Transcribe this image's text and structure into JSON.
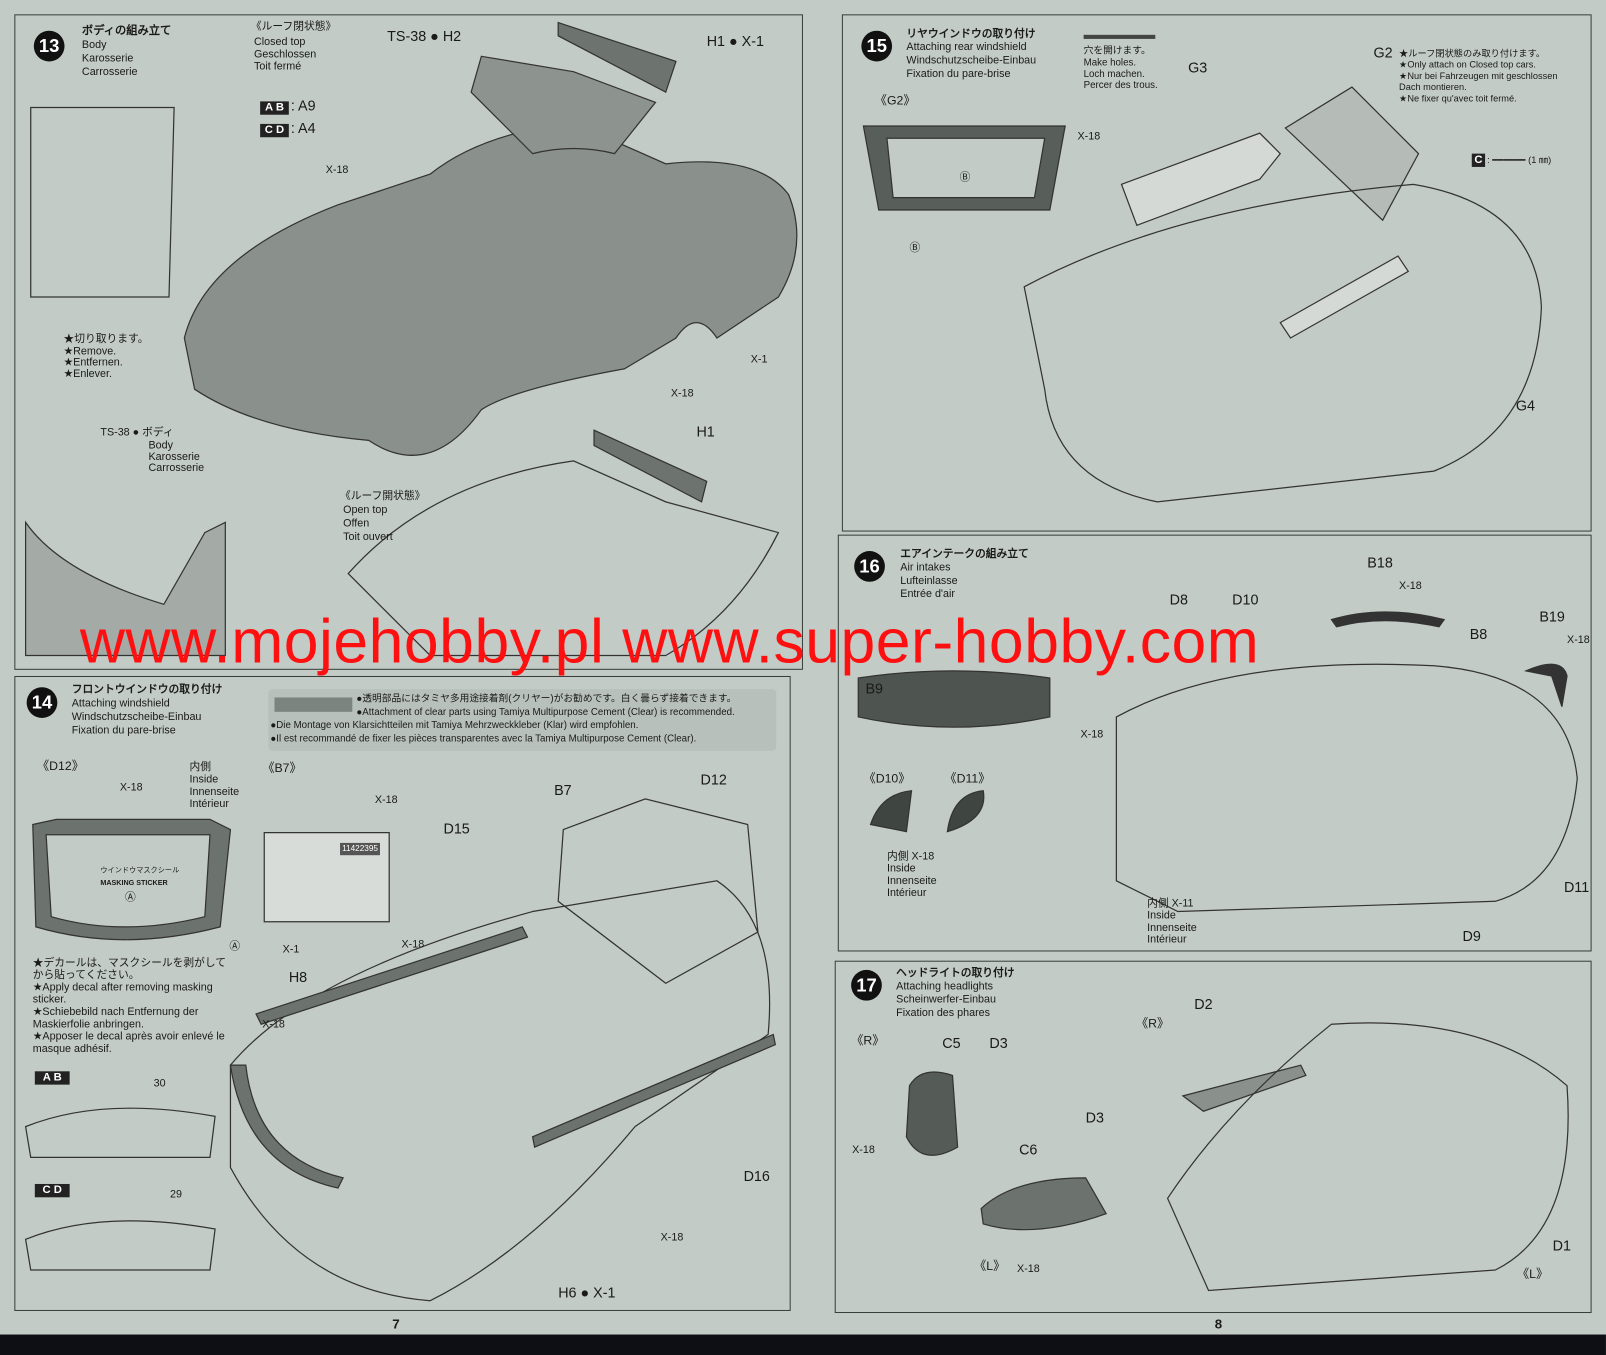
{
  "step13": {
    "num": "13",
    "title_jp": "ボディの組み立て",
    "title_en": "Body",
    "title_de": "Karosserie",
    "title_fr": "Carrosserie",
    "closed": [
      "《ルーフ閉状態》",
      "Closed top",
      "Geschlossen",
      "Toit fermé"
    ],
    "ts38_h2": "TS-38 ● H2",
    "h1_x1": "H1 ● X-1",
    "ab": "A B",
    "ab_part": ": A9",
    "cd": "C D",
    "cd_part": ": A4",
    "x18": "X-18",
    "remove": [
      "★切り取ります。",
      "★Remove.",
      "★Entfernen.",
      "★Enlever."
    ],
    "x1b": "X-1",
    "x18b": "X-18",
    "ts38_body": [
      "TS-38 ● ボディ",
      "Body",
      "Karosserie",
      "Carrosserie"
    ],
    "h1": "H1",
    "open": [
      "《ルーフ開状態》",
      "Open top",
      "Offen",
      "Toit ouvert"
    ]
  },
  "step14": {
    "num": "14",
    "title": [
      "フロントウインドウの取り付け",
      "Attaching windshield",
      "Windschutzscheibe-Einbau",
      "Fixation du pare-brise"
    ],
    "cement": [
      "●透明部品にはタミヤ多用途接着剤(クリヤー)がお勧めです。白く曇らず接着できます。",
      "●Attachment of clear parts using Tamiya Multipurpose Cement (Clear) is recommended.",
      "●Die Montage von Klarsichtteilen mit Tamiya Mehrzweckkleber (Klar) wird empfohlen.",
      "●Il est recommandé de fixer les pièces transparentes avec la Tamiya Multipurpose Cement (Clear)."
    ],
    "d12_hdr": "《D12》",
    "x18": "X-18",
    "inside": [
      "内側",
      "Inside",
      "Innenseite",
      "Intérieur"
    ],
    "b7_hdr": "《B7》",
    "x18b": "X-18",
    "sticker": [
      "ウインドウマスクシール",
      "MASKING STICKER",
      "Ⓐ"
    ],
    "a_mark": "Ⓐ",
    "decal_no": "11422395",
    "decal_note": [
      "★デカールは、マスクシールを剥がして",
      "から貼ってください。",
      "★Apply decal after removing masking",
      "sticker.",
      "★Schiebebild nach Entfernung der",
      "Maskierfolie anbringen.",
      "★Apposer le decal après avoir enlevé le",
      "masque adhésif."
    ],
    "ab": "A B",
    "n30": "30",
    "cd": "C D",
    "n29": "29",
    "parts": {
      "b7": "B7",
      "d12": "D12",
      "d15": "D15",
      "x1": "X-1",
      "x18c": "X-18",
      "h8": "H8",
      "x18d": "X-18",
      "d16": "D16",
      "x18e": "X-18",
      "h6": "H6 ● X-1"
    }
  },
  "step15": {
    "num": "15",
    "title": [
      "リヤウインドウの取り付け",
      "Attaching rear windshield",
      "Windschutzscheibe-Einbau",
      "Fixation du pare-brise"
    ],
    "holes": [
      "穴を開けます。",
      "Make holes.",
      "Loch machen.",
      "Percer des trous."
    ],
    "g3": "G3",
    "g2": "G2",
    "g2_note": [
      "★ルーフ閉状態のみ取り付けます。",
      "★Only attach on Closed top cars.",
      "★Nur bei Fahrzeugen mit geschlossen",
      "Dach montieren.",
      "★Ne fixer qu'avec toit fermé."
    ],
    "g2_hdr": "《G2》",
    "x18": "X-18",
    "b1": "Ⓑ",
    "b2": "Ⓑ",
    "c": "C",
    "c_size": ": ━━━━━━ (1 ㎜)",
    "g4": "G4"
  },
  "step16": {
    "num": "16",
    "title": [
      "エアインテークの組み立て",
      "Air intakes",
      "Lufteinlasse",
      "Entrée d'air"
    ],
    "parts": {
      "b18": "B18",
      "x18a": "X-18",
      "d10": "D10",
      "b19": "B19",
      "x18b": "X-18",
      "b8": "B8",
      "d8": "D8",
      "b9": "B9",
      "x18c": "X-18",
      "d9": "D9",
      "d11": "D11"
    },
    "d10_hdr": "《D10》",
    "d11_hdr": "《D11》",
    "inside1": [
      "内側 X-18",
      "Inside",
      "Innenseite",
      "Intérieur"
    ],
    "inside2": [
      "内側 X-11",
      "Inside",
      "Innenseite",
      "Intérieur"
    ]
  },
  "step17": {
    "num": "17",
    "title": [
      "ヘッドライトの取り付け",
      "Attaching headlights",
      "Scheinwerfer-Einbau",
      "Fixation des phares"
    ],
    "parts": {
      "r1": "《R》",
      "c5": "C5",
      "d3a": "D3",
      "x18a": "X-18",
      "d3b": "D3",
      "c6": "C6",
      "l1": "《L》",
      "x18b": "X-18",
      "r2": "《R》",
      "d2": "D2",
      "d1": "D1",
      "l2": "《L》"
    }
  },
  "pages": {
    "left": "7",
    "right": "8"
  },
  "watermark": "www.mojehobby.pl www.super-hobby.com",
  "colors": {
    "paper": "#c3cbc6",
    "ink": "#1a1a1a",
    "body_gray": "#8a908c",
    "watermark": "#ff1010"
  }
}
